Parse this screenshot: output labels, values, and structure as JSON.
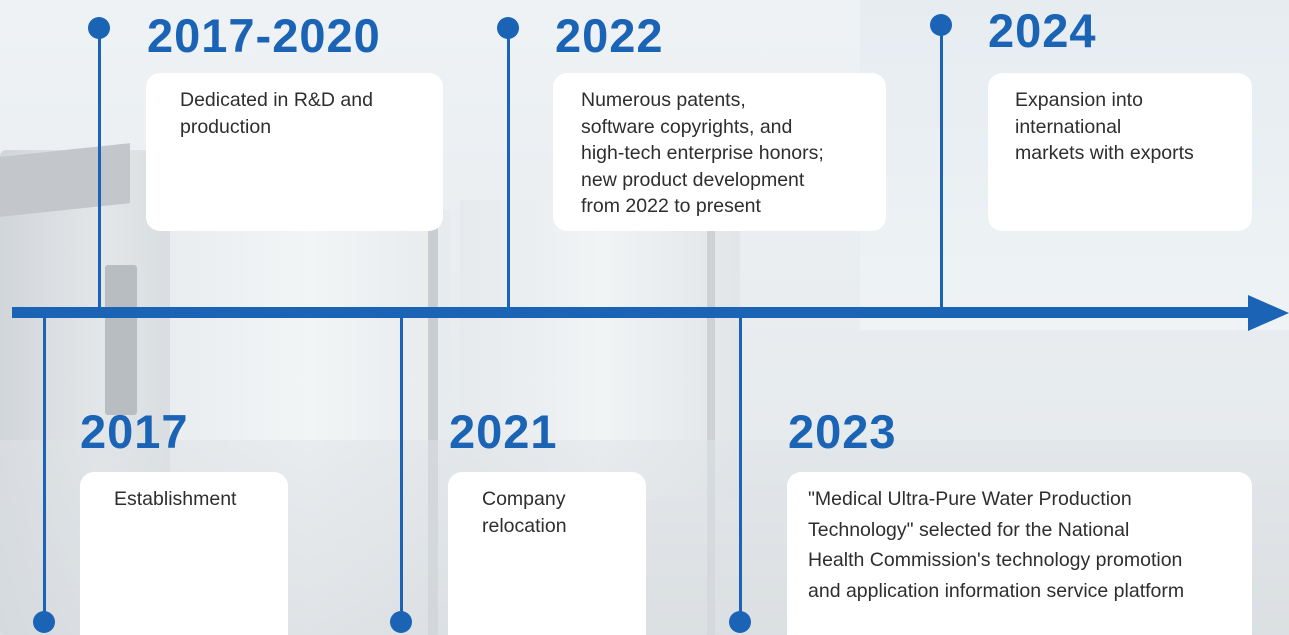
{
  "colors": {
    "accent": "#1a63b5",
    "card": "#ffffff",
    "text": "#2e2e2e"
  },
  "milestones": [
    {
      "year": "2017-2020",
      "text": "Dedicated in R&D and\nproduction"
    },
    {
      "year": "2022",
      "text": "Numerous patents,\nsoftware copyrights, and\nhigh-tech enterprise honors;\nnew product development\nfrom 2022 to present"
    },
    {
      "year": "2024",
      "text": "Expansion into\ninternational\nmarkets with exports"
    },
    {
      "year": "2017",
      "text": "Establishment"
    },
    {
      "year": "2021",
      "text": "Company\nrelocation"
    },
    {
      "year": "2023",
      "text": "\"Medical Ultra-Pure Water Production\nTechnology\" selected for the National\nHealth Commission's technology promotion\nand application information service platform"
    }
  ]
}
